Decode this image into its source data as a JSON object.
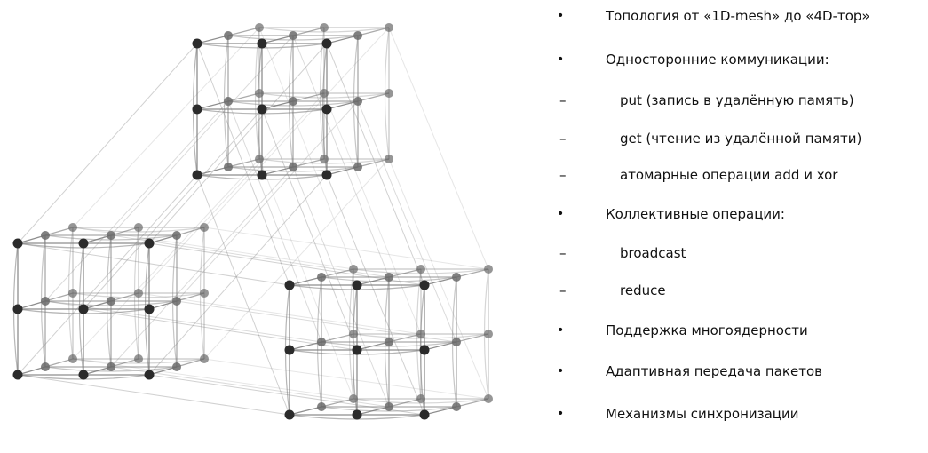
{
  "features": [
    {
      "level": 1,
      "marker": "•",
      "text": "Топология от «1D-mesh» до «4D-тор»"
    },
    {
      "level": 1,
      "marker": "•",
      "text": "Односторонние коммуникации:"
    },
    {
      "level": 2,
      "marker": "–",
      "text": "put (запись в удалённую память)"
    },
    {
      "level": 2,
      "marker": "–",
      "text": "get (чтение из удалённой памяти)"
    },
    {
      "level": 2,
      "marker": "–",
      "text": "атомарные операции add и xor"
    },
    {
      "level": 1,
      "marker": "•",
      "text": "Коллективные операции:"
    },
    {
      "level": 2,
      "marker": "–",
      "text": "broadcast"
    },
    {
      "level": 2,
      "marker": "–",
      "text": "reduce"
    },
    {
      "level": 1,
      "marker": "•",
      "text": "Поддержка многоядерности"
    },
    {
      "level": 1,
      "marker": "•",
      "text": "Адаптивная передача пакетов"
    },
    {
      "level": 1,
      "marker": "•",
      "text": "Механизмы синхронизации"
    }
  ],
  "colors": {
    "node_front": "#2b2b2b",
    "node_back": "#6a6a6a",
    "edge": "#7a7a7a"
  }
}
